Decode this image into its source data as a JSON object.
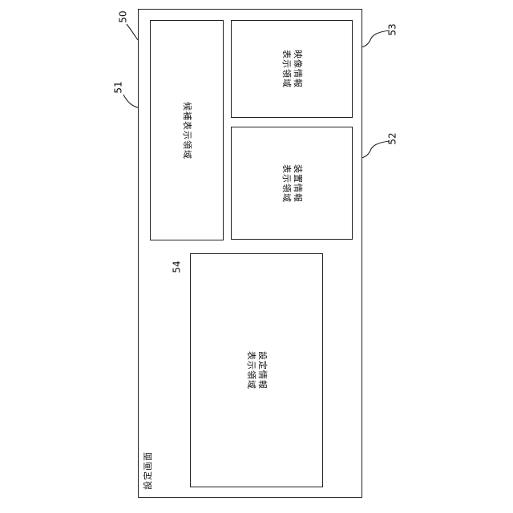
{
  "screen": {
    "title": "設定画面",
    "ref": "50"
  },
  "regions": {
    "candidate": {
      "ref": "51",
      "label": "候補表示領域"
    },
    "video": {
      "ref": "53",
      "line1": "映像情報",
      "line2": "表示領域"
    },
    "device": {
      "ref": "52",
      "line1": "装置情報",
      "line2": "表示領域"
    },
    "setting": {
      "ref": "54",
      "line1": "設定情報",
      "line2": "表示領域"
    }
  }
}
